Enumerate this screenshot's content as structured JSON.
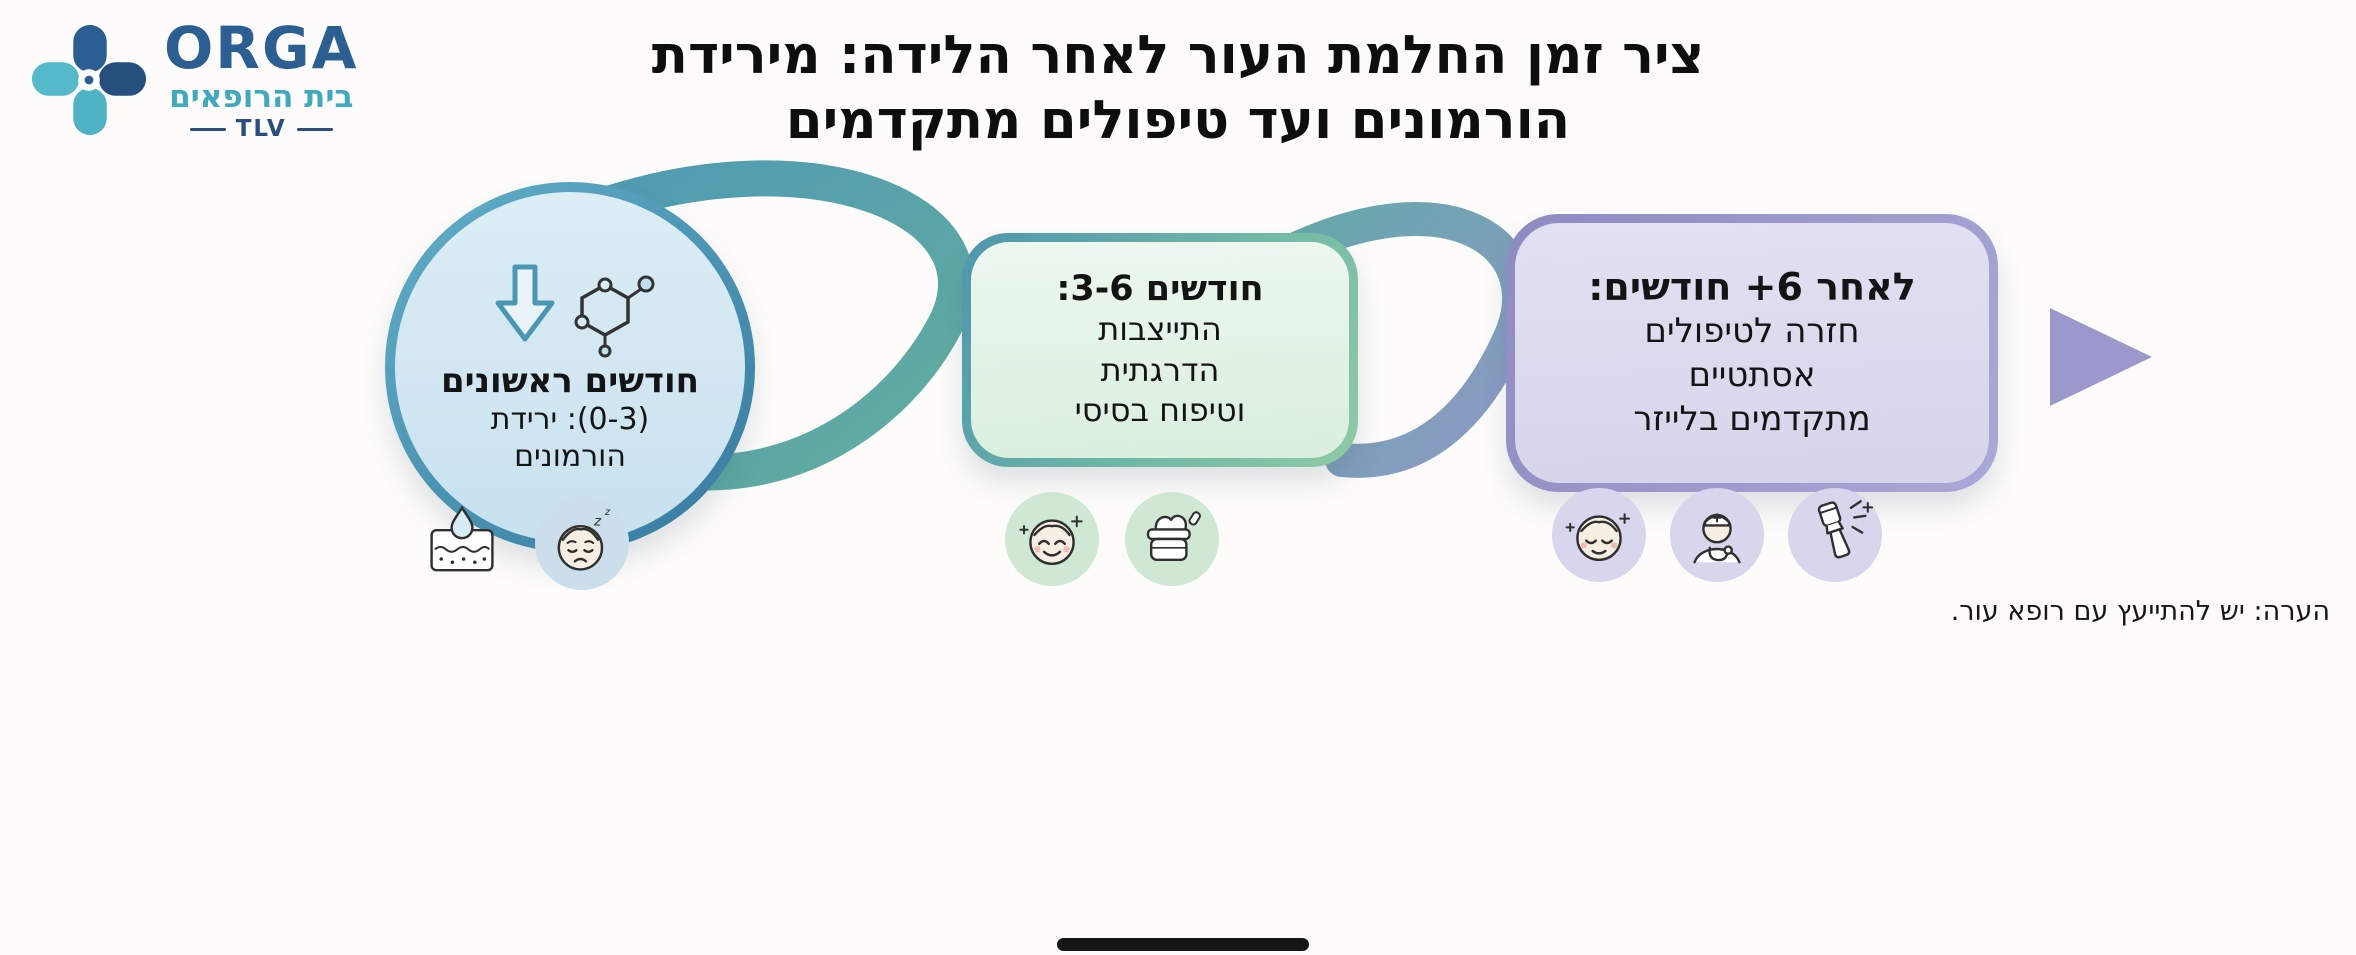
{
  "page": {
    "background": "#fdfcfa",
    "note": "הערה: יש להתייעץ עם רופא עור."
  },
  "logo": {
    "name": "ORGA",
    "subtitle": "בית הרופאים",
    "tagline": "TLV",
    "brand_teal": "#4fb3c6",
    "brand_navy": "#2b5f91"
  },
  "title": {
    "line1": "ציר זמן החלמת העור לאחר הלידה: מירידת",
    "line2": "הורמונים ועד טיפולים מתקדמים"
  },
  "timeline": {
    "band_gradient": [
      "#4b92ab",
      "#68aab0",
      "#8aa3bf",
      "#9b99cc"
    ],
    "arrow_color": "#9b99cc",
    "direction": "left-to-right-arrow"
  },
  "stages": [
    {
      "heading": "חודשים ראשונים",
      "lines": [
        "(0-3): ירידת",
        "הורמונים"
      ],
      "shape": "circle",
      "fill": "#d3e7f2",
      "icon": "hormone-decline-icon",
      "below_icons": [
        "tired-face-icon",
        "skin-hydration-icon"
      ]
    },
    {
      "heading": "חודשים 3-6:",
      "lines": [
        "התייצבות",
        "הדרגתית",
        "וטיפוח בסיסי"
      ],
      "shape": "rounded-square",
      "fill": "#e3f2e6",
      "below_icons": [
        "cream-jar-icon",
        "content-face-icon"
      ]
    },
    {
      "heading": "לאחר ‎+6‎ חודשים:",
      "lines": [
        "חזרה לטיפולים",
        "אסתטיים",
        "מתקדמים בלייזר"
      ],
      "shape": "rounded-square",
      "fill": "#dcdbec",
      "below_icons": [
        "laser-device-icon",
        "nurse-icon",
        "relaxed-face-icon"
      ]
    }
  ]
}
